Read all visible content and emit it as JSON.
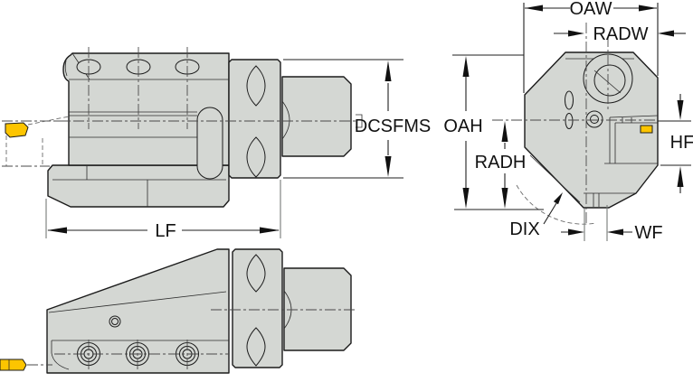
{
  "diagram": {
    "type": "technical-drawing",
    "subject": "Turning tool holder with cutting insert, three orthographic views with dimension callouts",
    "labels": {
      "oaw": "OAW",
      "radw": "RADW",
      "dcsfms": "DCSFMS",
      "oah": "OAH",
      "radh": "RADH",
      "hf": "HF",
      "dix": "DIX",
      "wf": "WF",
      "lf": "LF"
    },
    "colors": {
      "metal": "#d4d7d3",
      "insert": "#fdc500",
      "outline": "#1b1b1b",
      "background": "#ffffff"
    }
  }
}
